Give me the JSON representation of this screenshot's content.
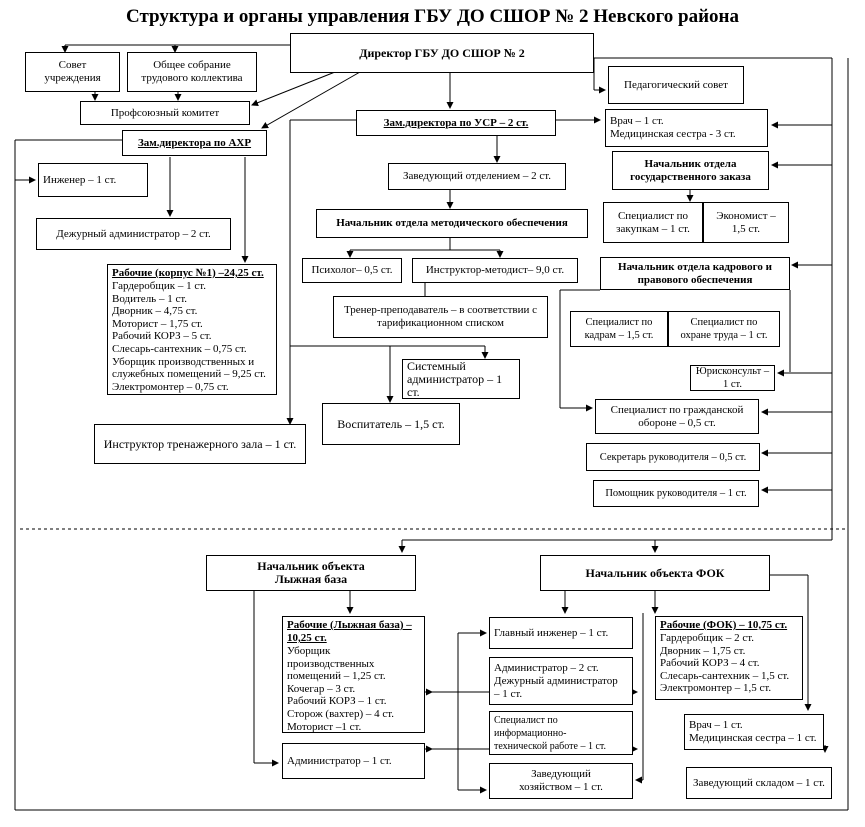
{
  "title": "Структура и органы управления ГБУ ДО СШОР № 2 Невского района",
  "director": "Директор ГБУ ДО СШОР № 2",
  "council": "Совет\nучреждения",
  "general_meeting": "Общее собрание\nтрудового коллектива",
  "trade_union": "Профсоюзный комитет",
  "ped_council": "Педагогический совет",
  "deputy_ahr": "Зам.директора по АХР",
  "deputy_usr": "Зам.директора по УСР – 2 ст.",
  "engineer": "Инженер – 1 ст.",
  "duty_admin": "Дежурный администратор – 2 ст.",
  "workers1": {
    "heading": "Рабочие (корпус №1) –24,25 ст.",
    "items": [
      "Гардеробщик – 1 ст.",
      "Водитель – 1 ст.",
      "Дворник – 4,75 ст.",
      "Моторист – 1,75 ст.",
      "Рабочий КОРЗ – 5 ст.",
      "Слесарь-сантехник – 0,75 ст.",
      "Уборщик производственных и служебных помещений – 9,25 ст.",
      "Электромонтер – 0,75 ст."
    ]
  },
  "gym_instructor": "Инструктор тренажерного зала – 1 ст.",
  "dept_head": "Заведующий отделением – 2 ст.",
  "method_head": "Начальник отдела методического обеспечения",
  "psychologist": "Психолог– 0,5 ст.",
  "instructor_method": "Инструктор-методист– 9,0 ст.",
  "coach": "Тренер-преподаватель – в соответствии с тарификационном списком",
  "sysadmin": "Системный\nадминистратор – 1 ст.",
  "educator": "Воспитатель  – 1,5 ст.",
  "doctor1": "Врач – 1 ст.\nМедицинская сестра - 3 ст.",
  "gos_head": "Начальник отдела\nгосударственного заказа",
  "procurement": "Специалист по\nзакупкам – 1 ст.",
  "economist": "Экономист –\n1,5 ст.",
  "hr_head": "Начальник отдела кадрового и\nправового обеспечения",
  "hr_spec": "Специалист по\nкадрам – 1,5 ст.",
  "labor_spec": "Специалист по\nохране труда – 1 ст.",
  "lawyer": "Юрисконсульт – 1 ст.",
  "civil_def": "Специалист по гражданской\nобороне – 0,5 ст.",
  "secretary": "Секретарь руководителя – 0,5 ст.",
  "assistant": "Помощник руководителя – 1 ст.",
  "ski_head": "Начальник объекта\nЛыжная база",
  "fok_head": "Начальник объекта ФОК",
  "workers_ski": {
    "heading": "Рабочие (Лыжная база) – 10,25 ст.",
    "items": [
      "Уборщик производственных помещений – 1,25 ст.",
      "Кочегар – 3 ст.",
      "Рабочий КОРЗ – 1 ст.",
      "Сторож (вахтер) – 4 ст.",
      "Моторист –1 ст."
    ]
  },
  "ski_admin": "Администратор  – 1 ст.",
  "chief_engineer": "Главный инженер – 1 ст.",
  "fok_admins": "Администратор – 2 ст.\nДежурный администратор\n– 1 ст.",
  "it_spec": "Специалист по\nинформационно-\nтехнической работе – 1 ст.",
  "housekeeper": "Заведующий\nхозяйством – 1 ст.",
  "workers_fok": {
    "heading": "Рабочие (ФОК) – 10,75 ст.",
    "items": [
      "Гардеробщик – 2 ст.",
      "Дворник – 1,75 ст.",
      "Рабочий КОРЗ – 4 ст.",
      "Слесарь-сантехник – 1,5 ст.",
      "Электромонтер – 1,5 ст."
    ]
  },
  "doctor2": "Врач – 1 ст.\nМедицинская сестра – 1 ст.",
  "warehouse": "Заведующий складом – 1 ст."
}
